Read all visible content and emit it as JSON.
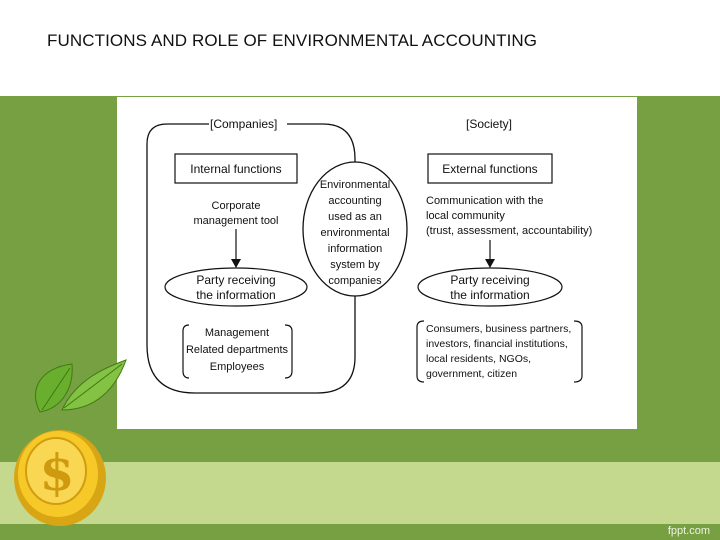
{
  "slide": {
    "title": "FUNCTIONS AND ROLE OF ENVIRONMENTAL ACCOUNTING",
    "footer": "fppt.com",
    "colors": {
      "background": "#77a043",
      "light_strip": "#c5d98e",
      "header": "#ffffff"
    }
  },
  "diagram": {
    "companies": {
      "heading": "[Companies]",
      "function_box": "Internal functions",
      "tool_lines": [
        "Corporate",
        "management tool"
      ],
      "receiver_lines": [
        "Party receiving",
        "the information"
      ],
      "parties": [
        "Management",
        "Related departments",
        "Employees"
      ]
    },
    "center_lines": [
      "Environmental",
      "accounting",
      "used as an",
      "environmental",
      "information",
      "system by",
      "companies"
    ],
    "society": {
      "heading": "[Society]",
      "function_box": "External functions",
      "comm_lines": [
        "Communication with the",
        "local community",
        "(trust, assessment, accountability)"
      ],
      "receiver_lines": [
        "Party receiving",
        "the information"
      ],
      "parties": [
        "Consumers, business partners,",
        "investors, financial institutions,",
        "local residents, NGOs,",
        "government, citizen"
      ]
    }
  },
  "icons": [
    "dollar-coin-icon",
    "leaf-icon"
  ]
}
